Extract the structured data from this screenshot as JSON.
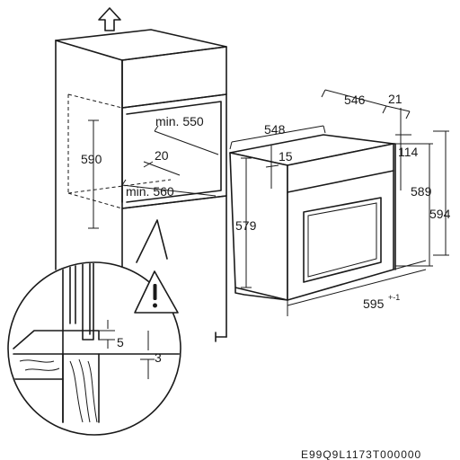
{
  "cabinet_dimensions": {
    "height_590": "590",
    "min_width": "min. 550",
    "offset_20": "20",
    "min_depth": "min. 560"
  },
  "detail_dimensions": {
    "gap_5": "5",
    "gap_3": "3"
  },
  "oven_dimensions": {
    "depth_546": "546",
    "panel_21": "21",
    "depth_548": "548",
    "top_114": "114",
    "offset_15": "15",
    "height_579": "579",
    "height_589": "589",
    "height_594": "594",
    "width_595": "595",
    "width_tolerance": "+-1"
  },
  "drawing_code": "E99Q9L1173T000000"
}
